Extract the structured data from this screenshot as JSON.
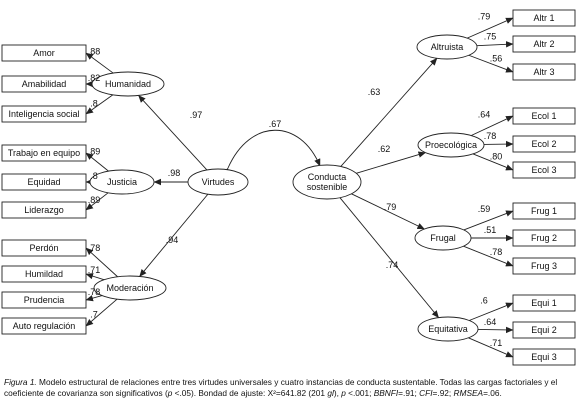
{
  "diagram": {
    "left_latents": [
      {
        "label": "Humanidad",
        "indicators": [
          "Amor",
          "Amabilidad",
          "Inteligencia social"
        ],
        "loadings": [
          ".88",
          ".82",
          ".8"
        ],
        "path": ".97"
      },
      {
        "label": "Justicia",
        "indicators": [
          "Trabajo en equipo",
          "Equidad",
          "Liderazgo"
        ],
        "loadings": [
          ".89",
          ".8",
          ".89"
        ],
        "path": ".98"
      },
      {
        "label": "Moderación",
        "indicators": [
          "Perdón",
          "Humildad",
          "Prudencia",
          "Auto regulación"
        ],
        "loadings": [
          ".78",
          ".71",
          ".78",
          ".7"
        ],
        "path": ".94"
      }
    ],
    "virtudes_label": "Virtudes",
    "conducta_label": [
      "Conducta",
      "sostenible"
    ],
    "covariance": ".67",
    "right_latents": [
      {
        "label": "Altruista",
        "indicators": [
          "Altr 1",
          "Altr 2",
          "Altr 3"
        ],
        "loadings": [
          ".79",
          ".75",
          ".56"
        ],
        "path": ".63"
      },
      {
        "label": "Proecológica",
        "indicators": [
          "Ecol 1",
          "Ecol 2",
          "Ecol 3"
        ],
        "loadings": [
          ".64",
          ".78",
          ".80"
        ],
        "path": ".62"
      },
      {
        "label": "Frugal",
        "indicators": [
          "Frug 1",
          "Frug 2",
          "Frug 3"
        ],
        "loadings": [
          ".59",
          ".51",
          ".78"
        ],
        "path": ".79"
      },
      {
        "label": "Equitativa",
        "indicators": [
          "Equi 1",
          "Equi 2",
          "Equi 3"
        ],
        "loadings": [
          ".6",
          ".64",
          ".71"
        ],
        "path": ".74"
      }
    ]
  },
  "caption": {
    "figure_label": "Figura 1.",
    "text_1": " Modelo estructural de relaciones entre tres virtudes universales y cuatro instancias de conducta sustentable. Todas las cargas factoriales y el coeficiente de covarianza son significativos (",
    "p_symbol": "p",
    "text_2": " <.05). Bondad de ajuste: X²=641.82 (201 ",
    "gl": "gl",
    "text_3": "), ",
    "p_symbol_2": "p",
    "text_4": " <.001; ",
    "bbnfi": "BBNFI",
    "text_5": "=.91; ",
    "cfi": "CFI",
    "text_6": "=.92; ",
    "rmsea": "RMSEA",
    "text_7": "=.06."
  }
}
